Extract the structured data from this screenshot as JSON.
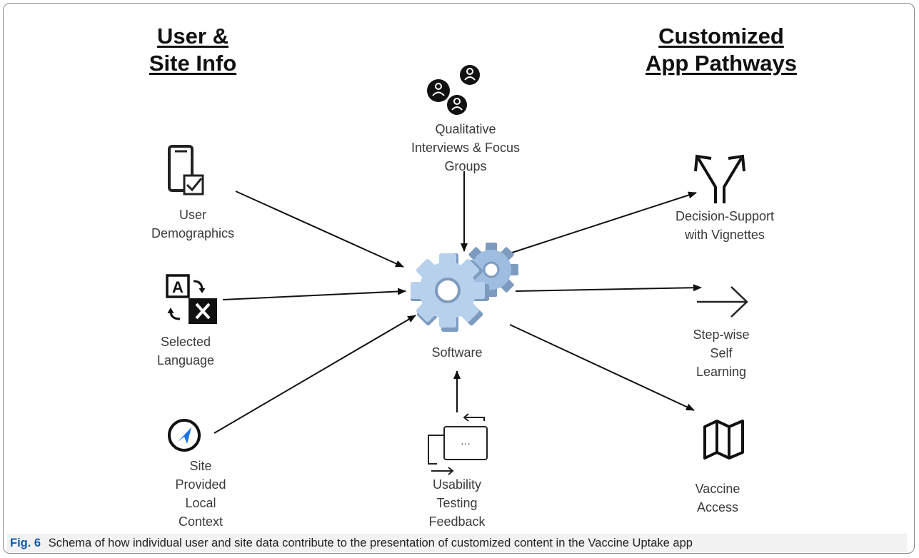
{
  "headings": {
    "inputs": "User & Site Info",
    "outputs": "Customized App Pathways"
  },
  "nodes": {
    "demographics": "User Demographics",
    "language": "Selected Language",
    "context": "Site Provided Local Context",
    "interviews": "Qualitative Interviews & Focus Groups",
    "software": "Software",
    "usability": "Usability Testing Feedback",
    "decision": "Decision-Support with Vignettes",
    "stepwise": "Step-wise Self Learning",
    "vaccine": "Vaccine Access"
  },
  "caption": {
    "label": "Fig. 6",
    "text": "Schema of how individual user and site data contribute to the presentation of customized content in the Vaccine Uptake app"
  },
  "colors": {
    "gear": "#a9c5e4",
    "gear_shadow": "#7d9bbf",
    "compass": "#1a73e8",
    "caption_label": "#0f5aa5"
  }
}
